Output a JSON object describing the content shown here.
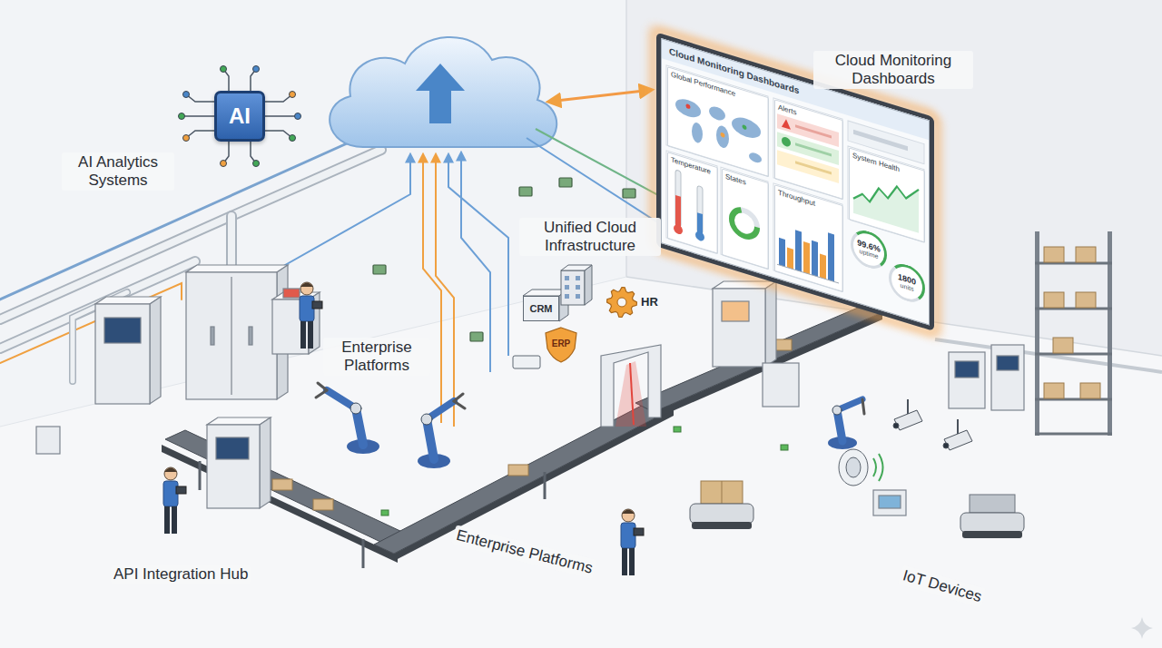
{
  "diagram": {
    "nodes": [
      {
        "text": [
          "AI"
        ]
      },
      {
        "text": [
          "Cloud Monitoring Dashboards"
        ]
      },
      {
        "text": [
          "Global Performance"
        ],
        "in": 1
      },
      {
        "text": [
          "Alerts"
        ],
        "in": 1
      },
      {
        "text": [
          "Temperature"
        ],
        "in": 1
      },
      {
        "text": [
          "States"
        ],
        "in": 1
      },
      {
        "text": [
          "Throughput"
        ],
        "in": 1
      },
      {
        "text": [
          "System Health"
        ],
        "in": 1
      },
      {
        "text": [
          "99.6%",
          "uptime"
        ],
        "in": 1
      },
      {
        "text": [
          "1800",
          "units"
        ],
        "in": 1
      },
      {
        "text": [
          "CRM"
        ]
      },
      {
        "text": [
          "HR"
        ]
      },
      {
        "text": [
          "ERP"
        ]
      }
    ],
    "labels": [
      "AI Analytics Systems",
      "Cloud Monitoring Dashboards",
      "Unified Cloud Infrastructure",
      "Enterprise Platforms",
      "API Integration Hub",
      "Enterprise Platforms",
      "IoT Devices"
    ]
  }
}
